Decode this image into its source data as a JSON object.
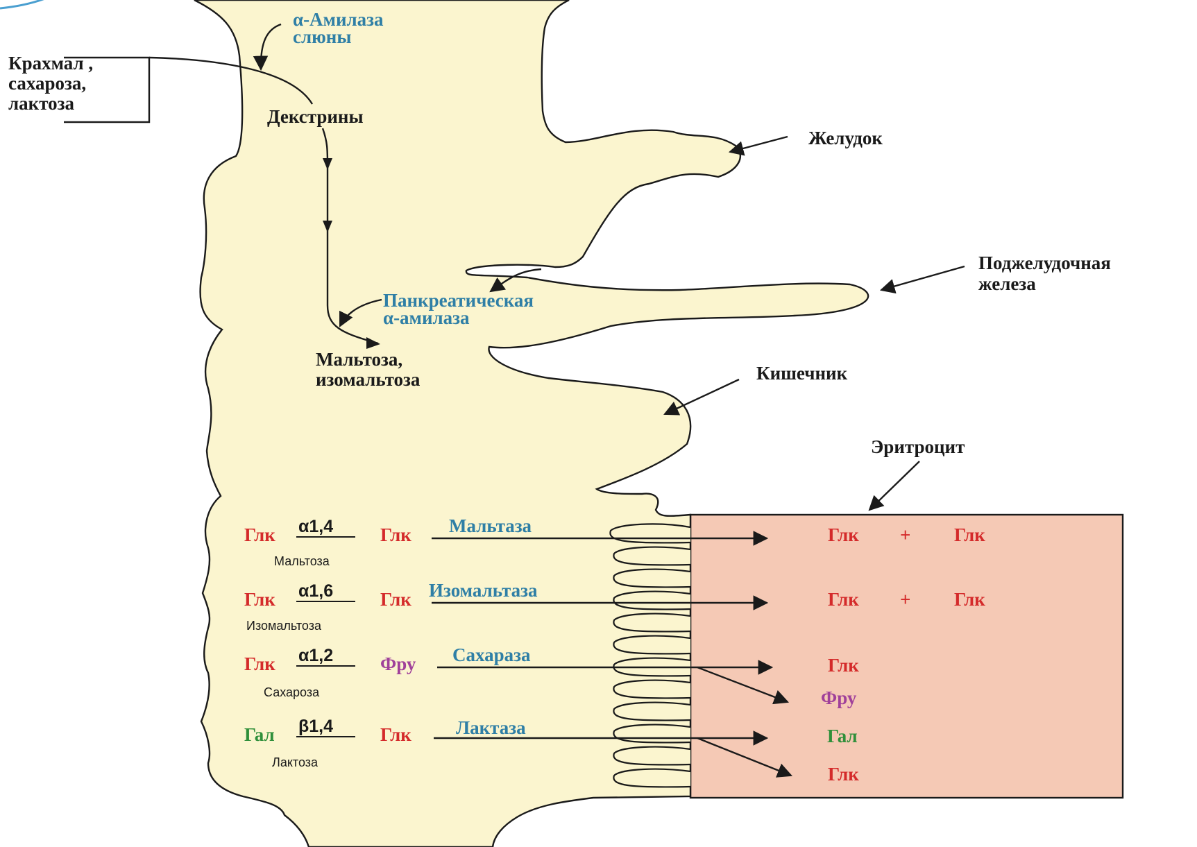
{
  "labels": {
    "starch": [
      "Крахмал ,",
      "сахароза,",
      "лактоза"
    ],
    "salivary_amylase": [
      "α-Амилаза",
      "слюны"
    ],
    "dextrins": "Декстрины",
    "stomach": "Желудок",
    "pancreas": [
      "Поджелудочная",
      "железа"
    ],
    "pancreatic_amylase": [
      "Панкреатическая",
      "α-амилаза"
    ],
    "maltose_isomaltose": [
      "Мальтоза,",
      "изомальтоза"
    ],
    "intestine": "Кишечник",
    "erythrocyte": "Эритроцит"
  },
  "reactions": [
    {
      "left": "Глк",
      "bond": "α1,4",
      "right": "Глк",
      "name": "Мальтоза",
      "enzyme": "Мальтаза",
      "products": [
        "Глк",
        "+",
        "Глк"
      ]
    },
    {
      "left": "Глк",
      "bond": "α1,6",
      "right": "Глк",
      "name": "Изомальтоза",
      "enzyme": "Изомальтаза",
      "products": [
        "Глк",
        "+",
        "Глк"
      ]
    },
    {
      "left": "Глк",
      "bond": "α1,2",
      "right": "Фру",
      "name": "Сахароза",
      "enzyme": "Сахараза",
      "products": [
        "Глк",
        "Фру"
      ]
    },
    {
      "left": "Гал",
      "bond": "β1,4",
      "right": "Глк",
      "name": "Лактоза",
      "enzyme": "Лактаза",
      "products": [
        "Гал",
        "Глк"
      ]
    }
  ],
  "colors": {
    "tract_fill": "#fbf5cf",
    "cell_fill": "#f5c9b5",
    "enzyme_blue": "#2f7fa6",
    "glucose_red": "#d42a2a",
    "fructose_purple": "#a0409a",
    "galactose_green": "#2f8f3a",
    "corner_arc": "#4a9fd0"
  }
}
